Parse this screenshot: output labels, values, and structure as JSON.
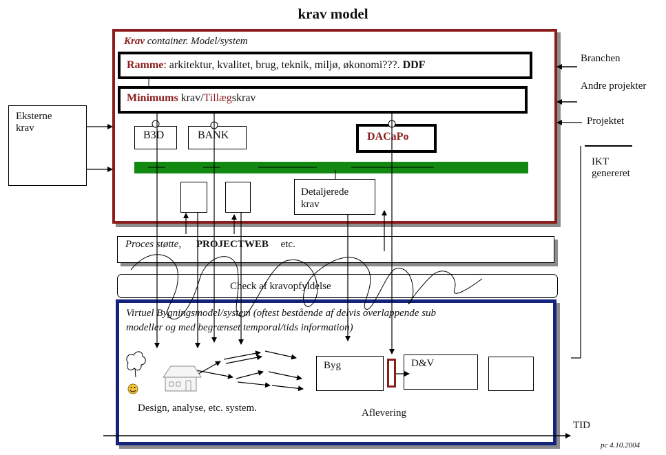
{
  "title": "krav model",
  "krav_container": {
    "label_krav": "Krav",
    "label_rest": " container. Model/system",
    "ramme_label": "Ramme",
    "ramme_text": ": arkitektur, kvalitet, brug, teknik, miljø, økonomi???. ",
    "ramme_ddf": "DDF",
    "minimums_label": "Minimums",
    "minimums_krav": " krav/",
    "minimums_tillaeg": "Tillæg",
    "minimums_skrav": "skrav",
    "b3d": "B3D",
    "bank": "BANK",
    "dacapo": "DACaPo",
    "detaljerede_line1": "Detaljerede",
    "detaljerede_line2": "krav"
  },
  "external": {
    "eksterne_line1": "Eksterne",
    "eksterne_line2": "krav",
    "branchen": "Branchen",
    "andre_projekter": "Andre projekter",
    "projektet": "Projektet",
    "ikt_line1": "IKT",
    "ikt_line2": "genereret"
  },
  "proces": {
    "label": "Proces støtte,",
    "projectweb": "PROJECTWEB",
    "etc": "etc."
  },
  "check": {
    "label": "Check af kravopfyldelse"
  },
  "virtuel": {
    "line1": "Virtuel Bygningsmodel/system (oftest bestående af delvis overlappende sub",
    "line2": "modeller og med begrænset temporal/tids information)",
    "byg": "Byg",
    "dv": "D&V",
    "design": "Design, analyse, etc. system.",
    "aflevering": "Aflevering"
  },
  "axis": {
    "tid": "TID"
  },
  "footer": "pc 4.10.2004",
  "colors": {
    "krav_border": "#8c1d1d",
    "virtuel_border": "#16237a",
    "green_bar": "#128a12",
    "dacapo_text": "#8c1d1d"
  }
}
